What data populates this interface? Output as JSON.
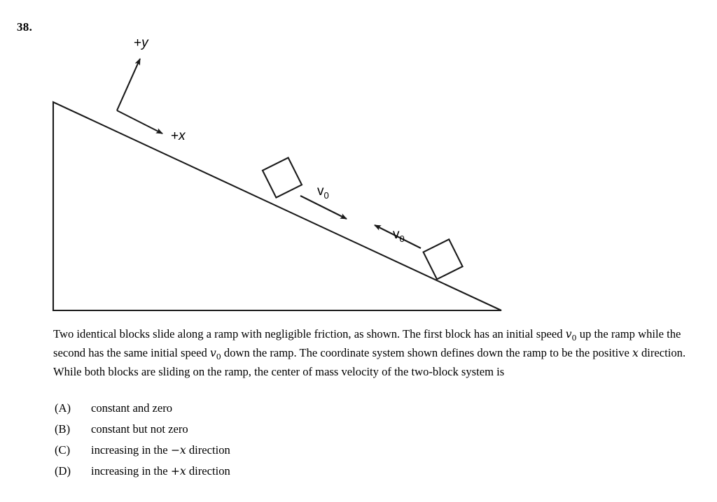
{
  "question": {
    "number": "38.",
    "stem_parts": {
      "p1": "Two identical blocks slide along a ramp with negligible friction, as shown. The first block has an initial speed ",
      "v1": "v",
      "v1_sub": "0",
      "p2": " up the ramp while the second has the same initial speed ",
      "v2": "v",
      "v2_sub": "0",
      "p3": " down the ramp. The coordinate system shown defines down the ramp to be the positive ",
      "x1": "x",
      "p4": " direction. While both blocks are sliding on the ramp, the center of mass velocity of the two-block system is"
    },
    "stem_plain": "Two identical blocks slide along a ramp with negligible friction, as shown. The first block has an initial speed v0 up the ramp while the second has the same initial speed v0 down the ramp. The coordinate system shown defines down the ramp to be the positive x direction. While both blocks are sliding on the ramp, the center of mass velocity of the two-block system is",
    "choices": [
      {
        "letter": "(A)",
        "text": "constant and zero"
      },
      {
        "letter": "(B)",
        "text": "constant but not zero"
      },
      {
        "letter": "(C)",
        "text": "increasing in the ",
        "math_pre": "−",
        "math": "x",
        "text_post": " direction"
      },
      {
        "letter": "(D)",
        "text": "increasing in the ",
        "math_pre": "+",
        "math": "x",
        "text_post": " direction"
      }
    ]
  },
  "figure": {
    "axes": {
      "y_label_plus": "+",
      "y_label_var": "y",
      "x_label_plus": "+",
      "x_label_var": "x"
    },
    "velocity_labels": [
      {
        "symbol": "v",
        "subscript": "0",
        "direction": "down-the-ramp"
      },
      {
        "symbol": "v",
        "subscript": "0",
        "direction": "up-the-ramp"
      }
    ],
    "colors": {
      "stroke": "#1a1a1a",
      "background": "#ffffff"
    }
  }
}
